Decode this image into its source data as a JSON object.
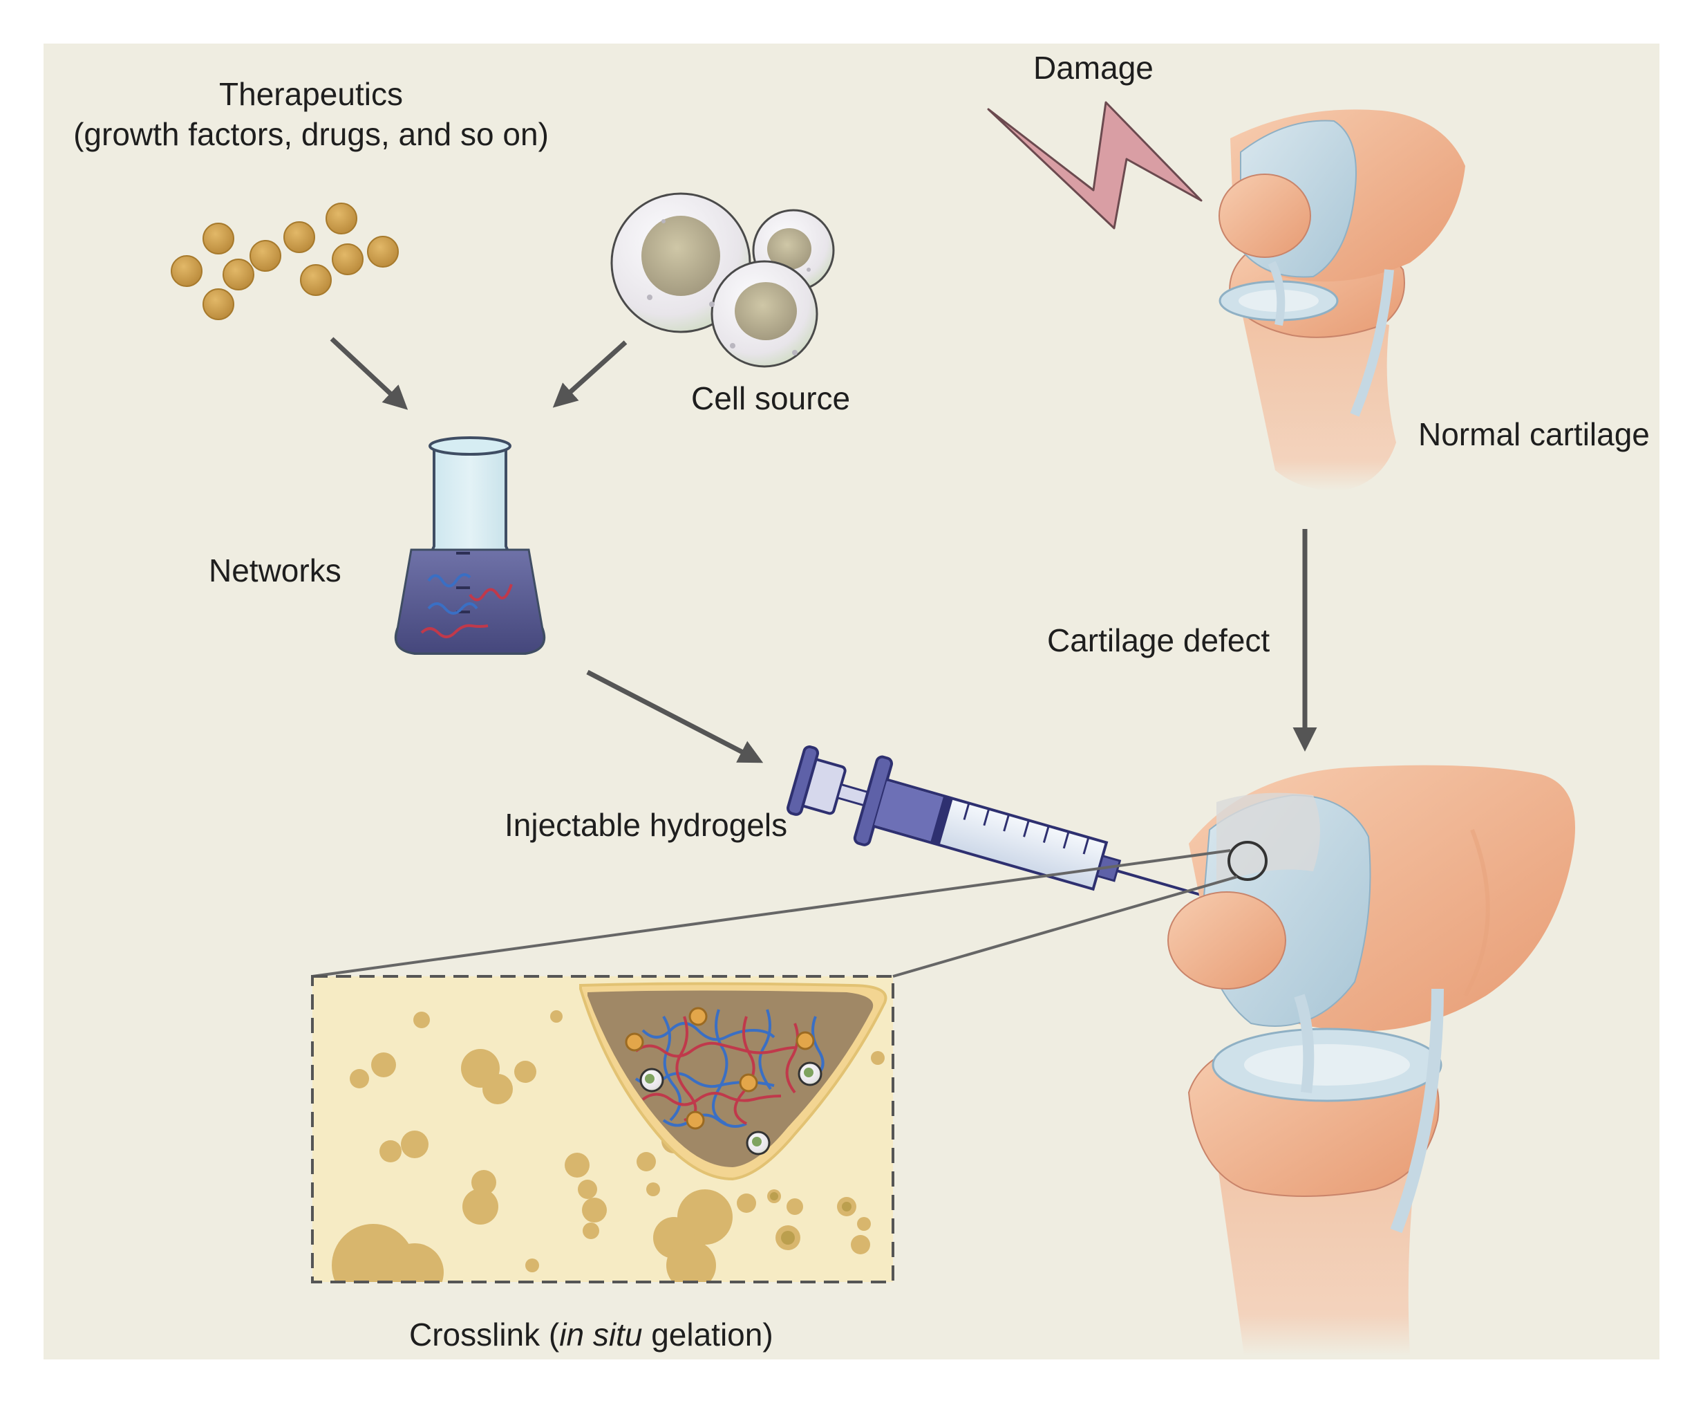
{
  "labels": {
    "therapeutics_line1": "Therapeutics",
    "therapeutics_line2": "(growth factors, drugs, and so on)",
    "damage": "Damage",
    "cell_source": "Cell source",
    "normal_cartilage": "Normal cartilage",
    "networks": "Networks",
    "cartilage_defect": "Cartilage defect",
    "injectable_hydrogels": "Injectable hydrogels",
    "crosslink_prefix": "Crosslink (",
    "crosslink_italic": "in situ",
    "crosslink_suffix": " gelation)"
  },
  "colors": {
    "background": "#efede1",
    "drug_bead": "#c99a45",
    "cell_membrane": "#e8e6ea",
    "flask_liquid": "#55578f",
    "network_red": "#c0394b",
    "network_blue": "#3a6fc4",
    "bone": "#eeb796",
    "cartilage": "#c9dbe6",
    "tissue_matrix": "#f6ebc4",
    "lesion": "#a08866",
    "damage_bolt": "#d99ea4",
    "arrow": "#555555"
  },
  "icons": {
    "damage": "lightning-bolt-icon",
    "syringe": "syringe-icon",
    "flask": "erlenmeyer-flask-icon"
  }
}
